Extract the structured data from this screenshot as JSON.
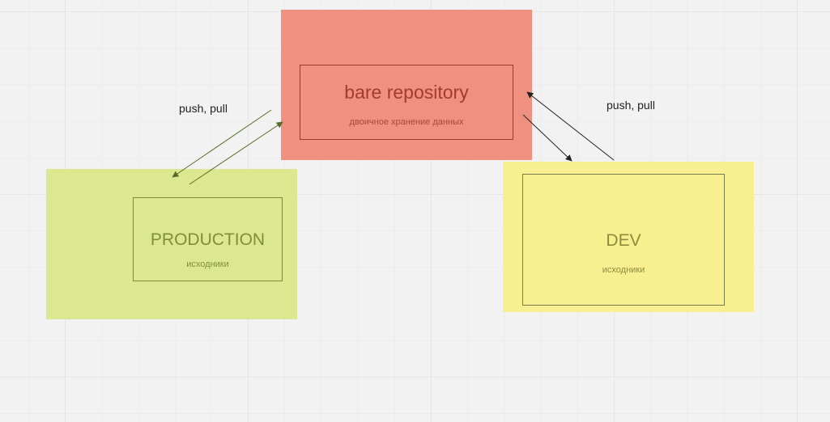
{
  "nodes": {
    "bare": {
      "title": "bare repository",
      "subtitle": "двоичное хранение данных",
      "fill": "#f09080",
      "border": "#9a3a2e",
      "title_color": "#a03c30",
      "subtitle_color": "#a8483c"
    },
    "production": {
      "title": "PRODUCTION",
      "subtitle": "исходники",
      "fill": "#dce890",
      "border": "#7a8a3a",
      "title_color": "#7f8f34",
      "subtitle_color": "#7f8f34"
    },
    "dev": {
      "title": "DEV",
      "subtitle": "исходники",
      "fill": "#f7ef90",
      "border": "#7a7a4a",
      "title_color": "#8c8c3c",
      "subtitle_color": "#8c8c3c"
    }
  },
  "edges": {
    "left_label": "push, pull",
    "right_label": "push, pull",
    "left_color": "#5a6a2a",
    "right_color": "#222222"
  }
}
